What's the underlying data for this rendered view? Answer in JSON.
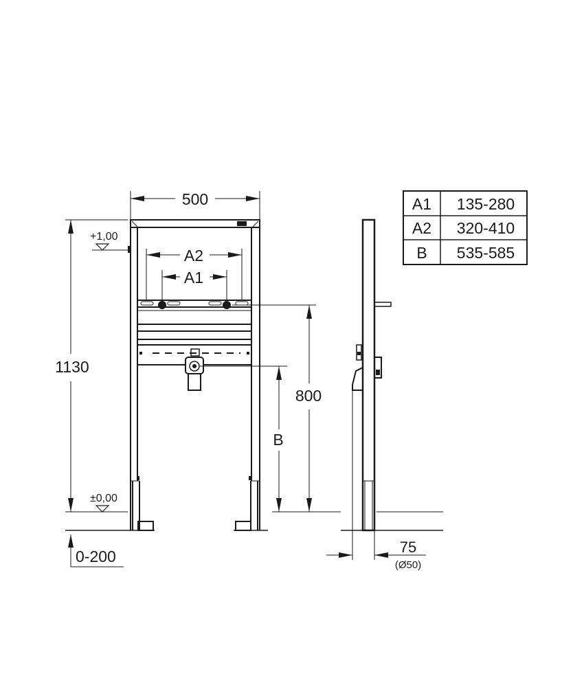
{
  "dimensions": {
    "width_label": "500",
    "height_label": "1130",
    "a2_label": "A2",
    "a1_label": "A1",
    "height_800_label": "800",
    "b_label": "B",
    "level_top_label": "+1,00",
    "level_bottom_label": "±0,00",
    "floor_adjust_label": "0-200",
    "depth_label": "75",
    "pipe_label": "(Ø50)"
  },
  "table": {
    "rows": [
      {
        "key": "A1",
        "value": "135-280"
      },
      {
        "key": "A2",
        "value": "320-410"
      },
      {
        "key": "B",
        "value": "535-585"
      }
    ]
  }
}
